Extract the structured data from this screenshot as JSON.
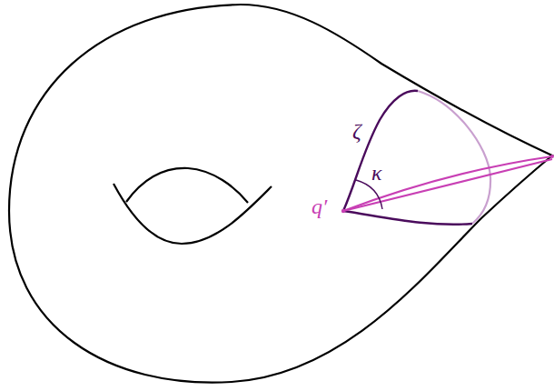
{
  "diagram": {
    "labels": [
      "ζ",
      "κ",
      "q′"
    ]
  }
}
